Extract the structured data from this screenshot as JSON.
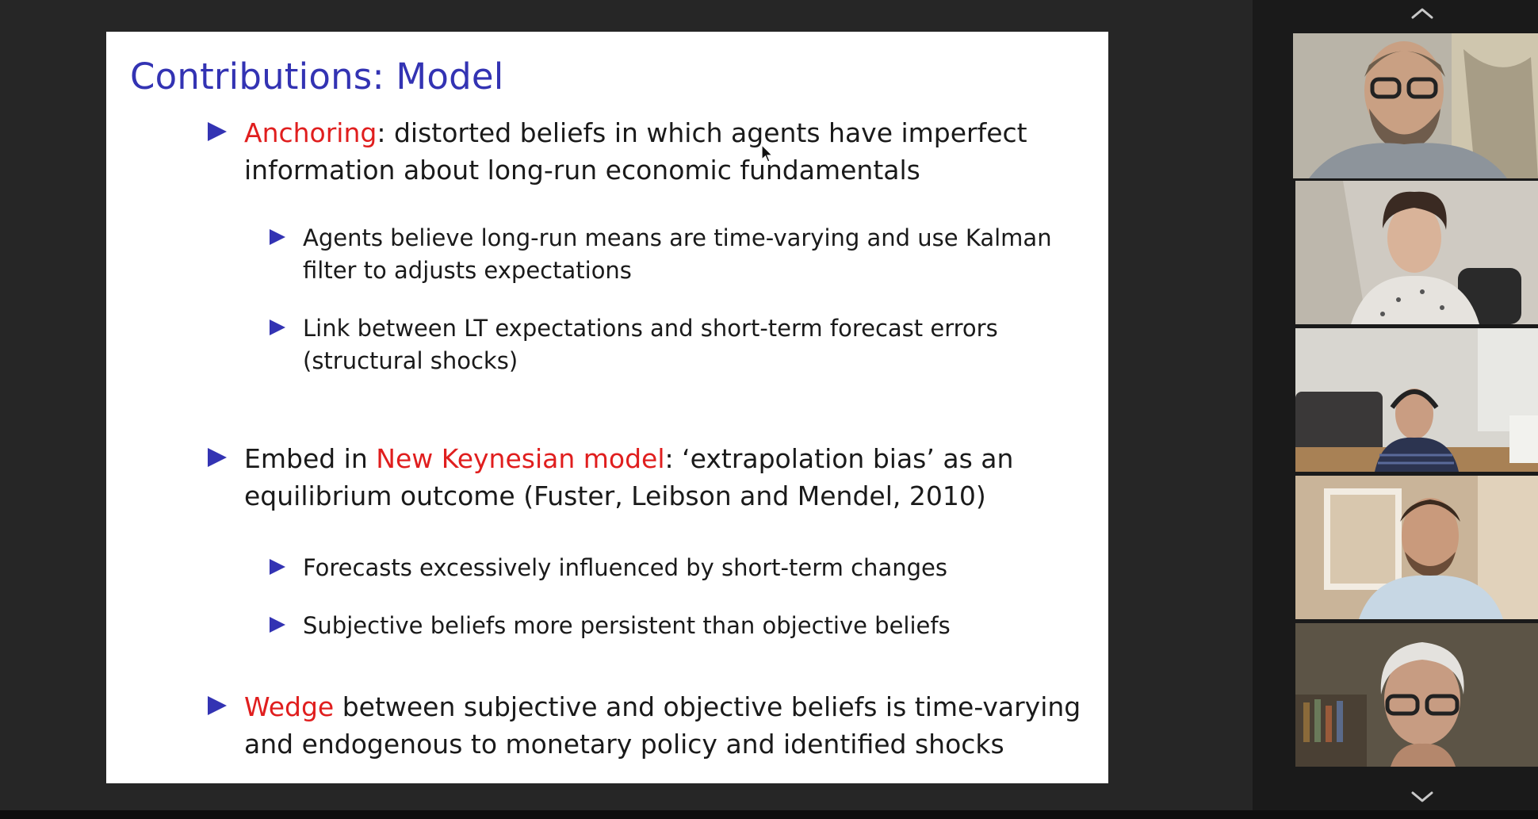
{
  "slide": {
    "title": "Contributions:  Model",
    "bullets": [
      {
        "highlight": "Anchoring",
        "text": ": distorted beliefs in which agents have imperfect information about long-run economic fundamentals",
        "sub": [
          "Agents believe long-run means are time-varying and use Kalman filter to adjusts expectations",
          "Link between LT expectations and short-term forecast errors (structural shocks)"
        ]
      },
      {
        "prefix": "Embed in ",
        "highlight": "New Keynesian model",
        "text": ": ‘extrapolation bias’ as an equilibrium outcome (Fuster, Leibson and Mendel, 2010)",
        "sub": [
          "Forecasts excessively influenced by short-term changes",
          "Subjective beliefs more persistent than objective beliefs"
        ]
      },
      {
        "highlight": "Wedge",
        "text": " between subjective and objective beliefs is time-varying and endogenous to monetary policy and identified shocks"
      }
    ]
  },
  "colors": {
    "title_blue": "#3333b3",
    "highlight_red": "#e01e1e",
    "active_speaker_border": "#b6e04a"
  },
  "participants": {
    "scroll_up_icon": "chevron-up-icon",
    "scroll_down_icon": "chevron-down-icon",
    "active_index": 0,
    "tiles": [
      {
        "icon": "participant-video-1"
      },
      {
        "icon": "participant-video-2"
      },
      {
        "icon": "participant-video-3"
      },
      {
        "icon": "participant-video-4"
      },
      {
        "icon": "participant-video-5"
      }
    ]
  }
}
